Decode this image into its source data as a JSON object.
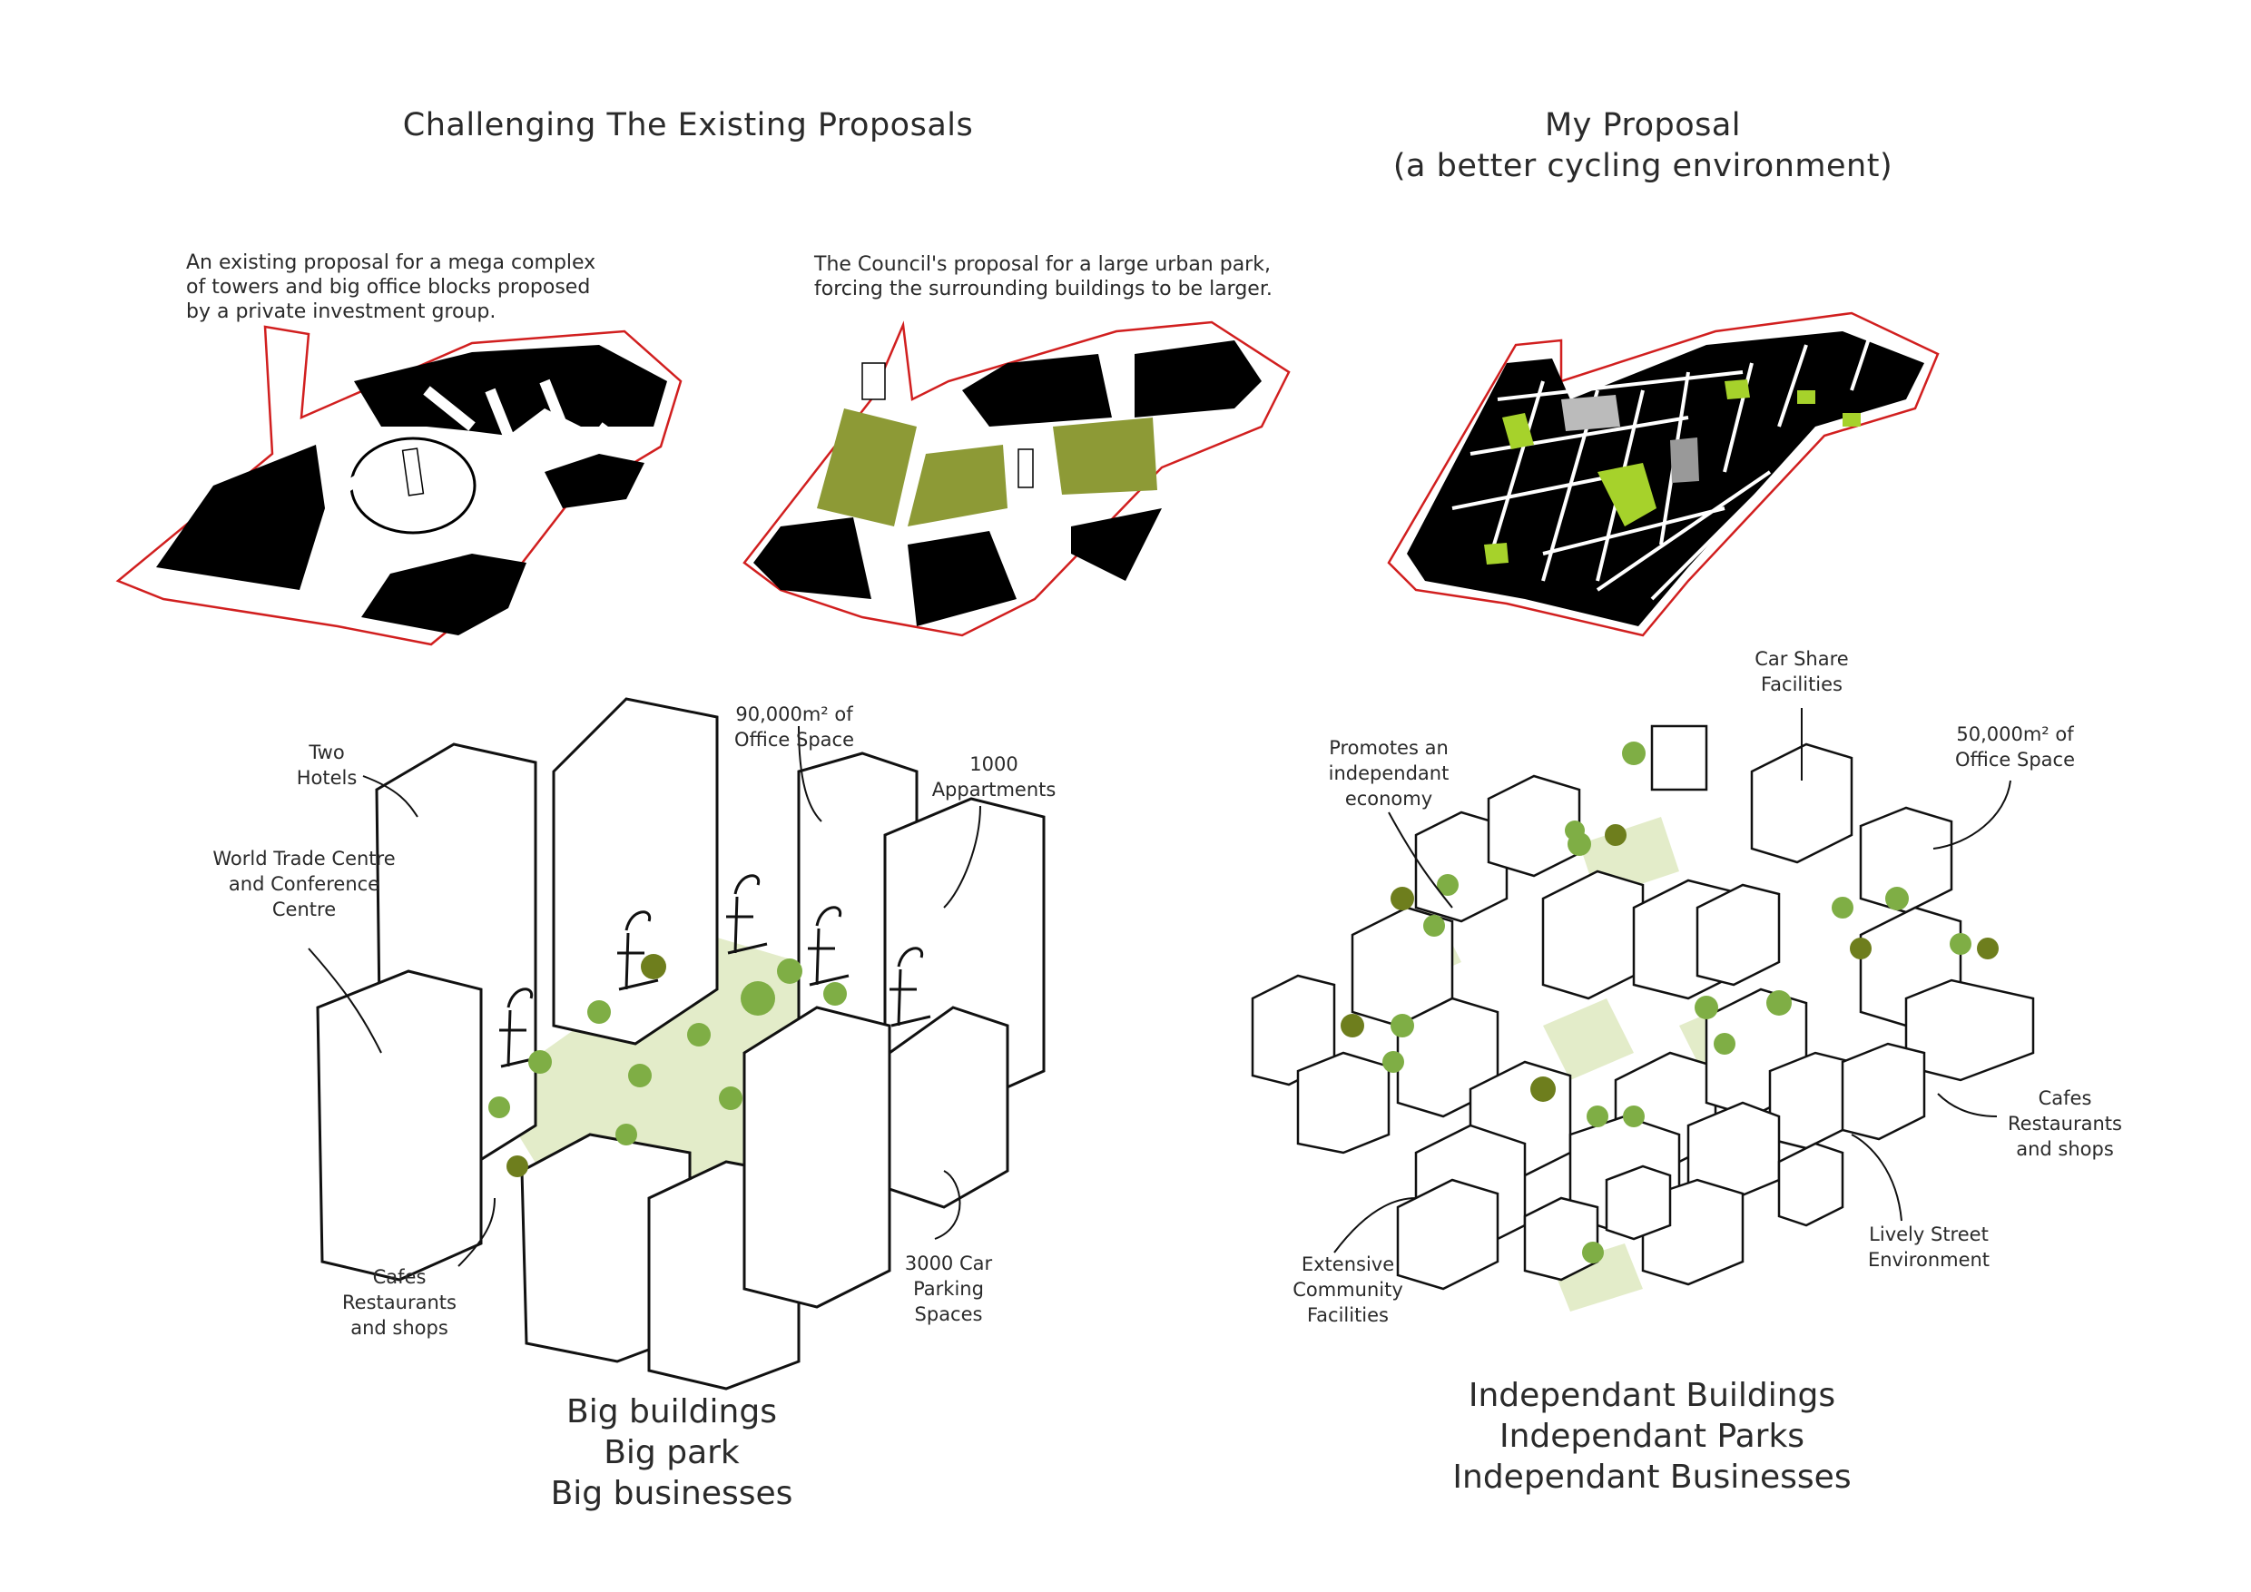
{
  "headings": {
    "left": "Challenging The Existing Proposals",
    "right_line1": "My Proposal",
    "right_line2": "(a better cycling environment)"
  },
  "plan_captions": {
    "existing": "An  existing proposal for a mega complex of towers and big office blocks proposed by a private investment group.",
    "council": "The Council's proposal for a large urban park, forcing the surrounding buildings to be larger."
  },
  "left_labels": {
    "two_hotels": [
      "Two",
      "Hotels"
    ],
    "wtc": [
      "World Trade Centre",
      "and Conference",
      "Centre"
    ],
    "office": [
      "90,000m² of",
      "Office Space"
    ],
    "apartments": [
      "1000",
      "Appartments"
    ],
    "cafes": [
      "Cafes",
      "Restaurants",
      "and shops"
    ],
    "parking": [
      "3000 Car",
      "Parking",
      "Spaces"
    ]
  },
  "right_labels": {
    "economy": [
      "Promotes an",
      "independant",
      "economy"
    ],
    "car_share": [
      "Car Share",
      "Facilities"
    ],
    "office": [
      "50,000m² of",
      "Office Space"
    ],
    "cafes": [
      "Cafes",
      "Restaurants",
      "and shops"
    ],
    "lively": [
      "Lively Street",
      "Environment"
    ],
    "community": [
      "Extensive",
      "Community",
      "Facilities"
    ]
  },
  "summaries": {
    "left": [
      "Big buildings",
      "Big park",
      "Big businesses"
    ],
    "right": [
      "Independant Buildings",
      "Independant Parks",
      "Independant Businesses"
    ]
  },
  "colors": {
    "boundary": "#d11f1f",
    "block": "#000000",
    "council_park": "#8d9a36",
    "proposal_green": "#a6d22b",
    "park_ground": "#e3ecc9",
    "tree_light": "#7fae45",
    "tree_dark": "#6e7e1d"
  }
}
